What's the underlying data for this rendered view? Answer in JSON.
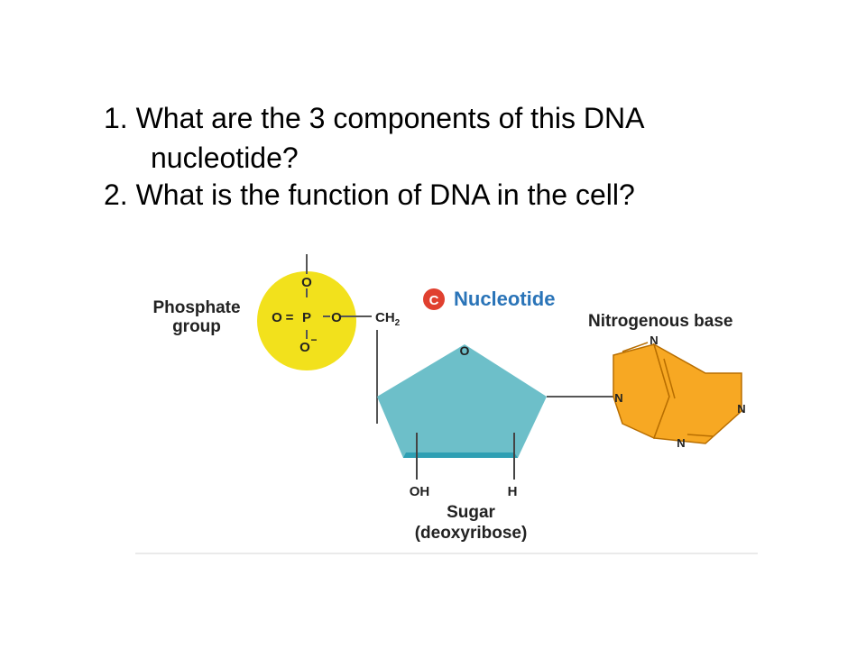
{
  "questions": {
    "q1_line1": "1. What are the 3 components of this DNA",
    "q1_line2": "nucleotide?",
    "q2": "2. What is the function of DNA in the cell?"
  },
  "diagram": {
    "badge_letter": "C",
    "title": "Nucleotide",
    "phosphate_label_line1": "Phosphate",
    "phosphate_label_line2": "group",
    "phosphate_top_O": "O",
    "phosphate_left_O": "O",
    "phosphate_eq": "=",
    "phosphate_P": "P",
    "phosphate_right_O": "O",
    "phosphate_bottom_O": "O",
    "phosphate_bottom_charge": "−",
    "ch2": "CH",
    "ch2_sub": "2",
    "ring_O": "O",
    "oh": "OH",
    "h": "H",
    "sugar_line1": "Sugar",
    "sugar_line2": "(deoxyribose)",
    "base_label": "Nitrogenous base",
    "base_n1": "N",
    "base_n2": "N",
    "base_n3": "N",
    "base_n4": "N",
    "colors": {
      "phosphate": "#f2e11c",
      "sugar": "#6dbfc9",
      "sugar_edge": "#2e9fb3",
      "base": "#f7a823",
      "badge": "#e0402f",
      "title": "#2a74b8"
    }
  }
}
